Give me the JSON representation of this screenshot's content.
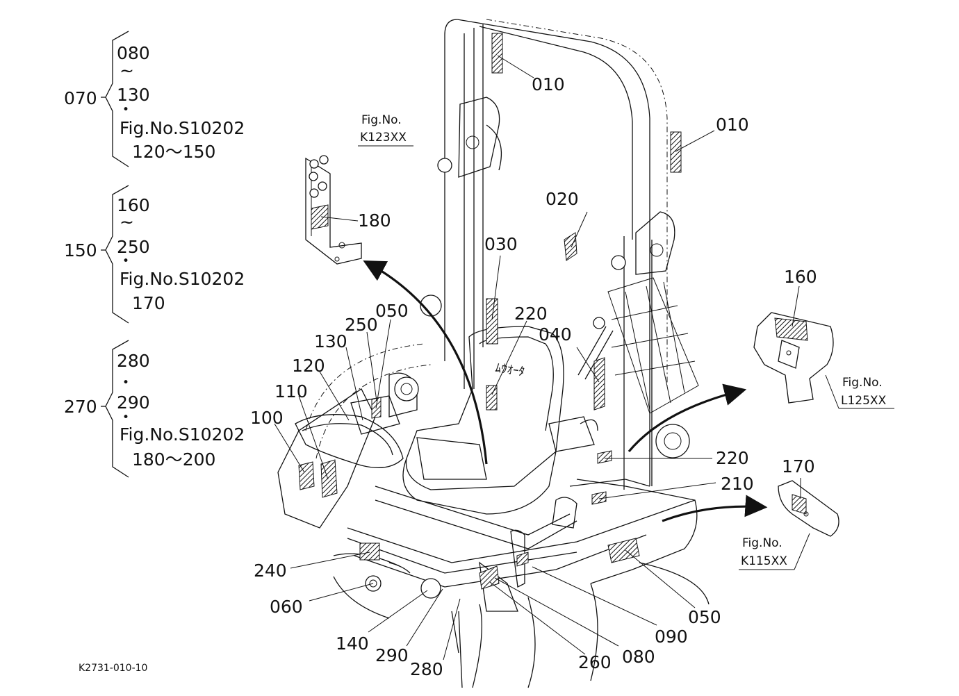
{
  "groups": [
    {
      "main": "070",
      "lines": [
        "080",
        "~",
        "130",
        "•",
        "Fig.No.S10202",
        "120～150"
      ]
    },
    {
      "main": "150",
      "lines": [
        "160",
        "~",
        "250",
        "•",
        "Fig.No.S10202",
        "170"
      ]
    },
    {
      "main": "270",
      "lines": [
        "280",
        "•",
        "290",
        "•",
        "Fig.No.S10202",
        "180～200"
      ]
    }
  ],
  "callouts": {
    "c010a": "010",
    "c010b": "010",
    "c020": "020",
    "c030": "030",
    "c040": "040",
    "c050a": "050",
    "c050b": "050",
    "c060": "060",
    "c080": "080",
    "c090": "090",
    "c100": "100",
    "c110": "110",
    "c120": "120",
    "c130": "130",
    "c140": "140",
    "c160": "160",
    "c170": "170",
    "c180": "180",
    "c210": "210",
    "c220a": "220",
    "c220b": "220",
    "c240": "240",
    "c250": "250",
    "c260": "260",
    "c280": "280",
    "c290": "290"
  },
  "figrefs": {
    "k123_label": "Fig.No.",
    "k123_code": "K123XX",
    "l125_label": "Fig.No.",
    "l125_code": "L125XX",
    "k115_label": "Fig.No.",
    "k115_code": "K115XX"
  },
  "drawing_code": "K2731-010-10"
}
